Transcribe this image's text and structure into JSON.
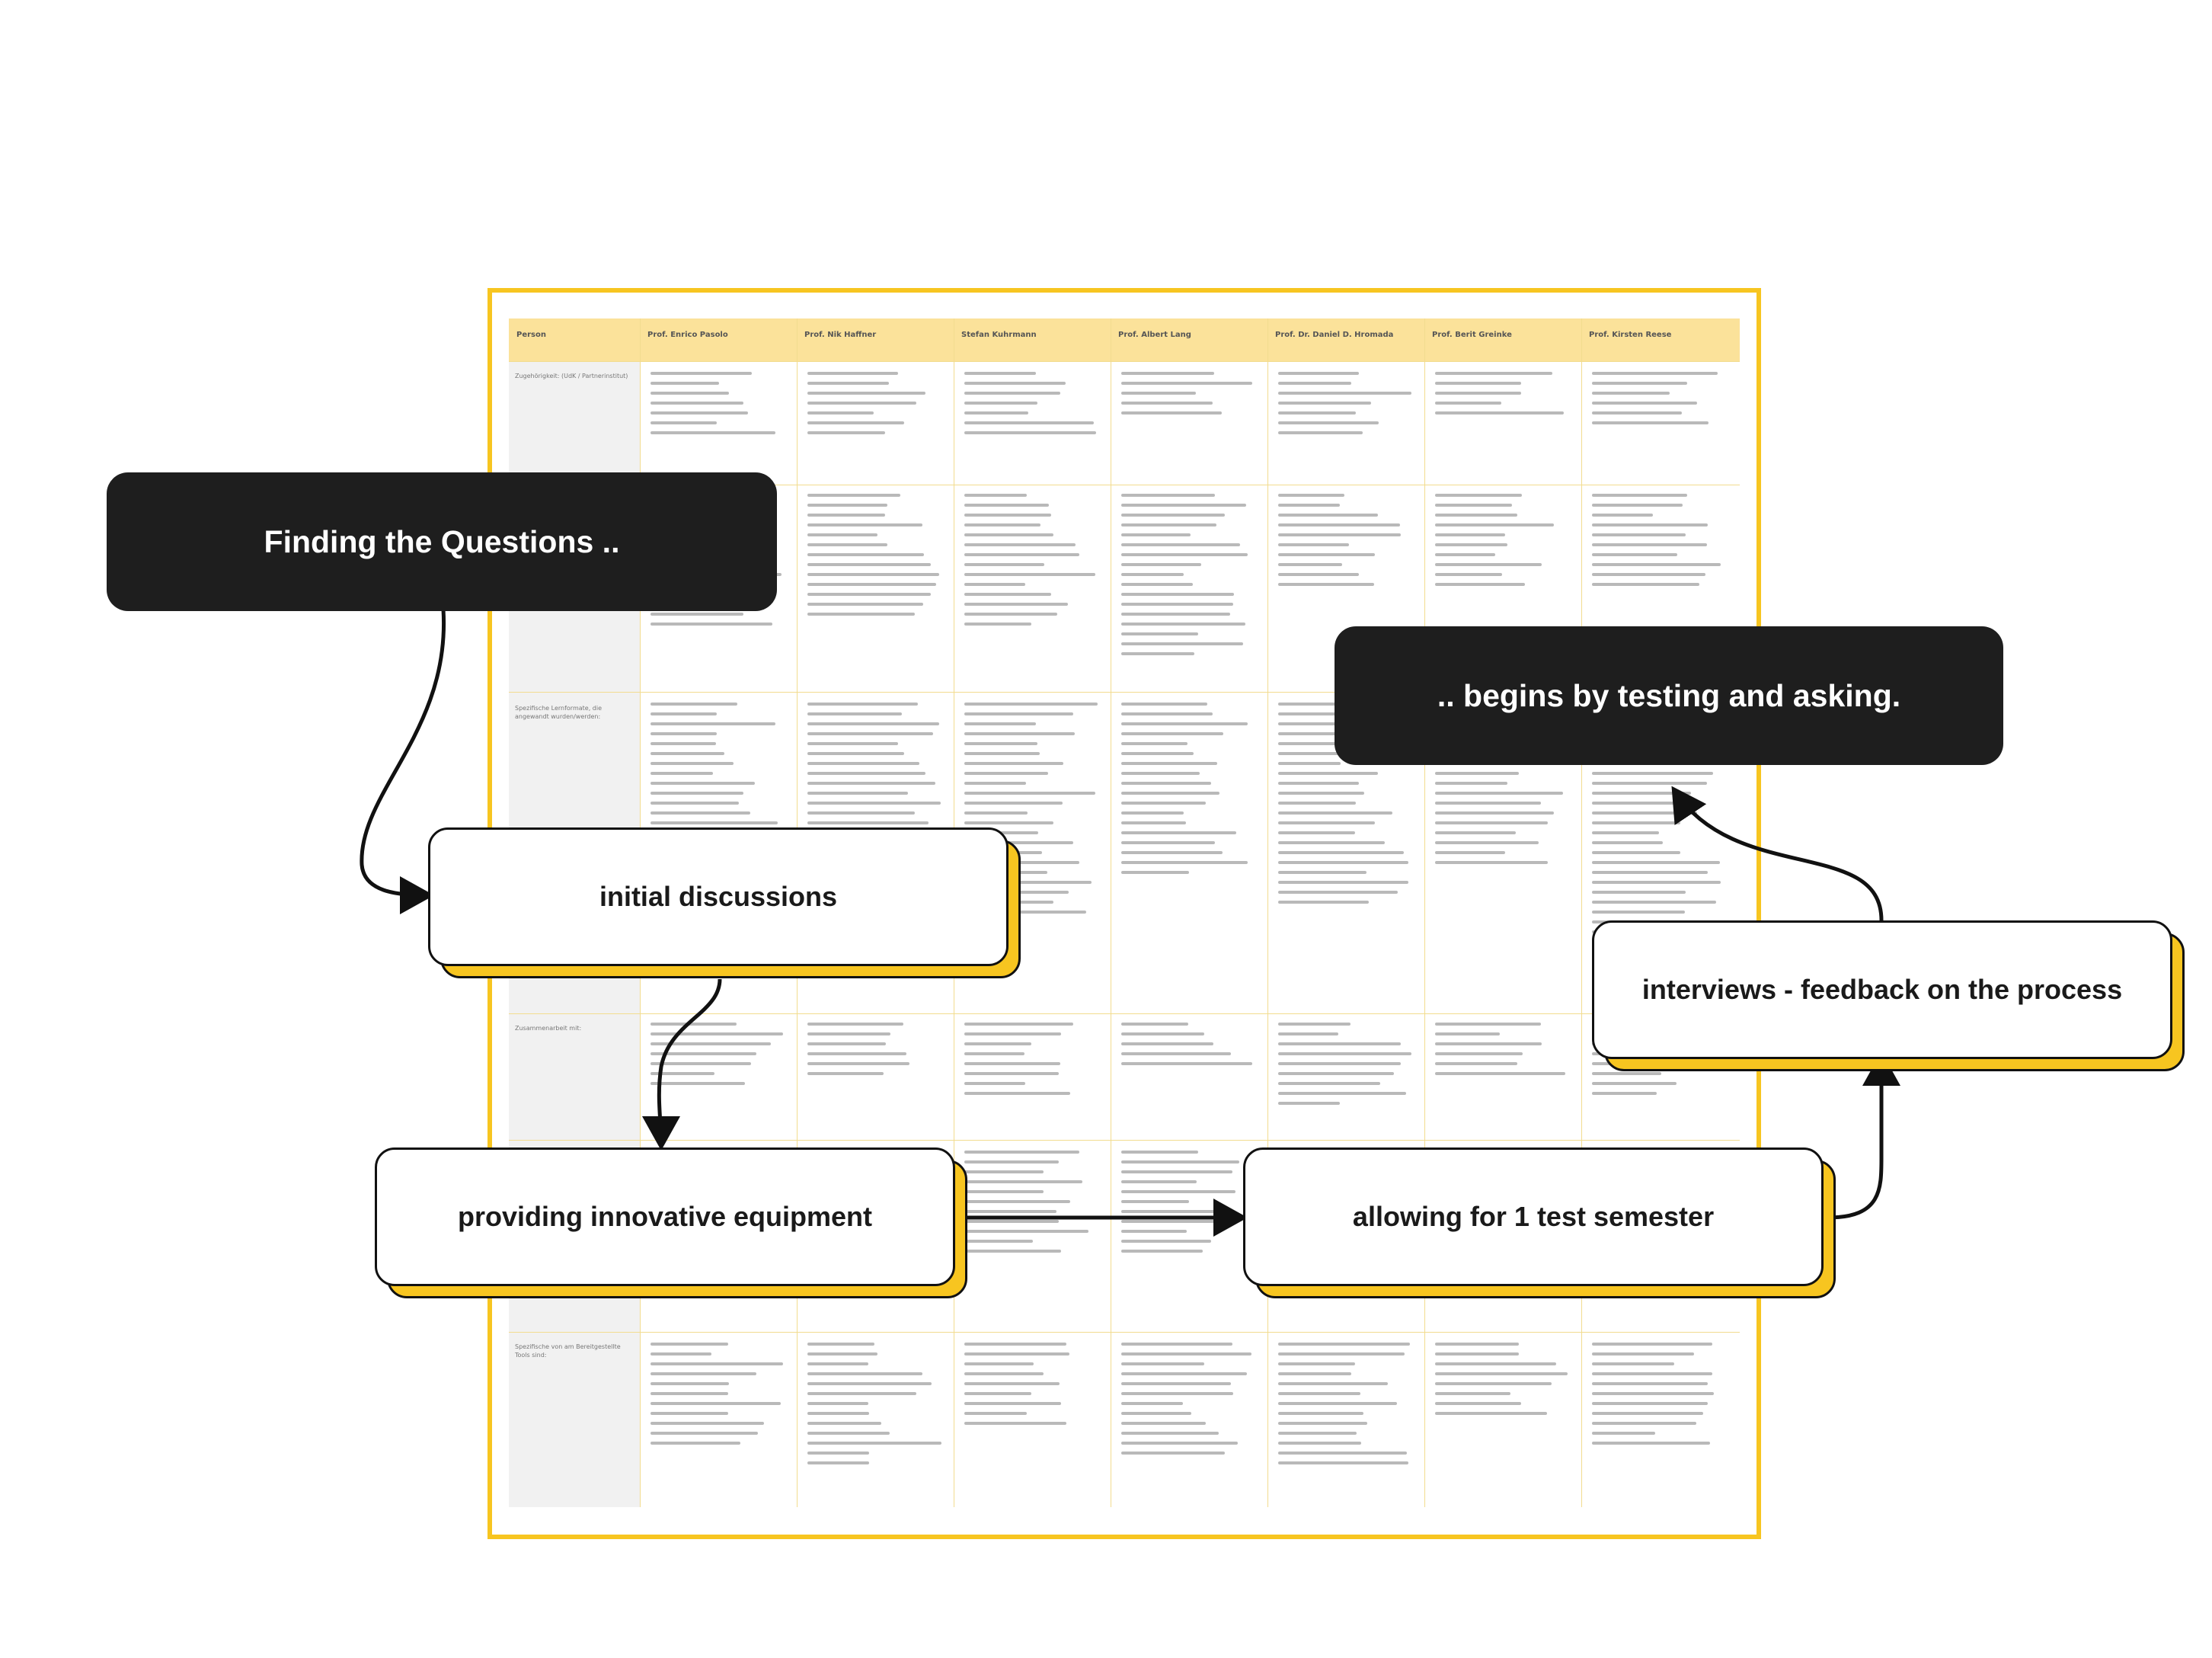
{
  "table_header": {
    "col0": "Person",
    "col1": "Prof. Enrico Pasolo",
    "col2": "Prof. Nik Haffner",
    "col3": "Stefan Kuhrmann",
    "col4": "Prof. Albert Lang",
    "col5": "Prof. Dr. Daniel D. Hromada",
    "col6": "Prof. Berit Greinke",
    "col7": "Prof. Kirsten Reese"
  },
  "row_labels": {
    "row1": "Zugehörigkeit: (UdK / Partnerinstitut)",
    "row3": "Spezifische Lernformate, die angewandt wurden/werden:",
    "row4": "Zusammenarbeit mit:",
    "row6": "Spezifische von am Bereitgestellte Tools sind:"
  },
  "diagram": {
    "finding_questions": "Finding the Questions ..",
    "begins_testing": ".. begins by testing and asking.",
    "initial_discussions": "initial discussions",
    "innovative_equipment": "providing innovative equipment",
    "test_semester": "allowing for 1 test semester",
    "interviews": "interviews - feedback on the process"
  },
  "colors": {
    "accent": "#f7c520",
    "dark_box": "#1e1e1e",
    "outline": "#111111"
  }
}
